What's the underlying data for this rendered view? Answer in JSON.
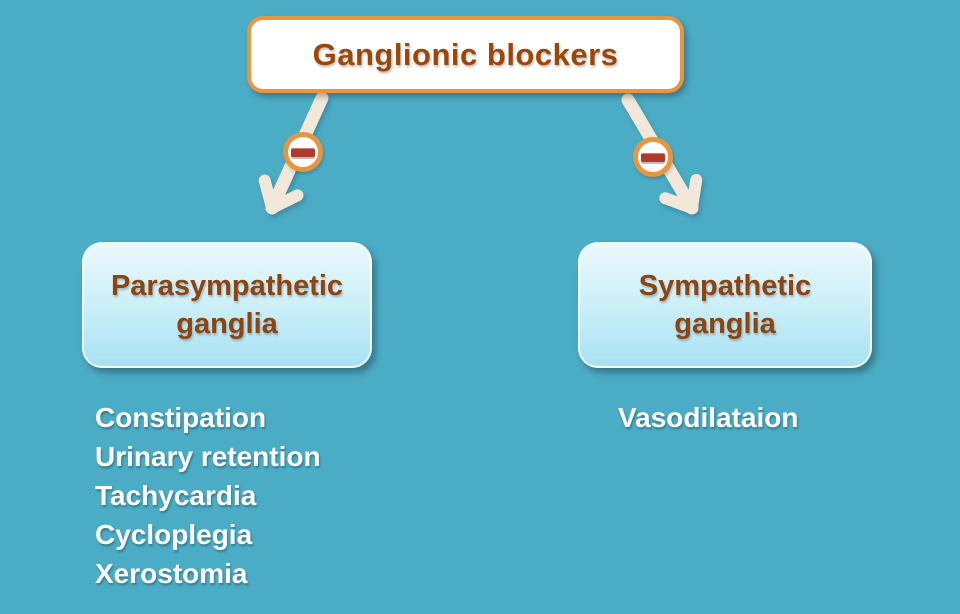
{
  "diagram": {
    "title": "Ganglionic blockers",
    "nodes": {
      "parasympathetic": {
        "line1": "Parasympathetic",
        "line2": "ganglia"
      },
      "sympathetic": {
        "line1": "Sympathetic",
        "line2": "ganglia"
      }
    },
    "effects": {
      "parasympathetic": [
        "Constipation",
        "Urinary retention",
        "Tachycardia",
        "Cycloplegia",
        "Xerostomia"
      ],
      "sympathetic": [
        "Vasodilataion"
      ]
    },
    "icons": {
      "left_arrow_badge": "minus-icon",
      "right_arrow_badge": "minus-icon"
    },
    "colors": {
      "background": "#4BACC6",
      "title_box_border": "#E8953F",
      "title_text": "#9C4708",
      "node_fill_top": "#EAF9FD",
      "node_fill_bottom": "#A9E2F3",
      "node_text": "#8C4410",
      "arrow": "#F2E7D8",
      "badge_ring": "#E8953F",
      "minus_bar": "#B03A2E",
      "effects_text": "#FFFFFF"
    }
  }
}
